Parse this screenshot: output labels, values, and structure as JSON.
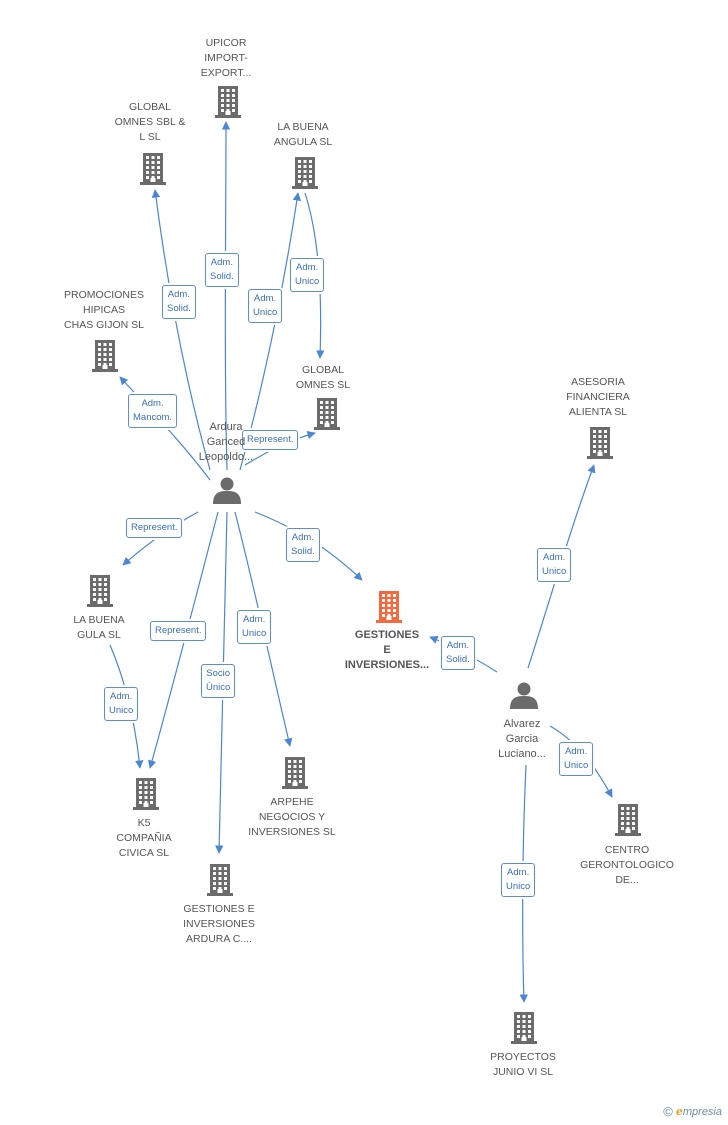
{
  "colors": {
    "edge": "#4a86d4",
    "node_icon": "#6b6b6b",
    "main_icon": "#f26a3d",
    "label_text": "#555555",
    "edge_label_text": "#3a6fb8"
  },
  "nodes": [
    {
      "id": "upicor",
      "type": "company",
      "label": "UPICOR\nIMPORT-\nEXPORT..."
    },
    {
      "id": "global_sbl",
      "type": "company",
      "label": "GLOBAL\nOMNES SBL &\nL  SL"
    },
    {
      "id": "buena_angula",
      "type": "company",
      "label": "LA BUENA\nANGULA  SL"
    },
    {
      "id": "promociones",
      "type": "company",
      "label": "PROMOCIONES\nHIPICAS\nCHAS GIJON  SL"
    },
    {
      "id": "global_sl",
      "type": "company",
      "label": "GLOBAL\nOMNES  SL"
    },
    {
      "id": "asesoria",
      "type": "company",
      "label": "ASESORIA\nFINANCIERA\nALIENTA SL"
    },
    {
      "id": "ardura",
      "type": "person",
      "label": "Ardura\nGanced\nLeopoldo..."
    },
    {
      "id": "gestiones_main",
      "type": "main",
      "label": "GESTIONES\nE\nINVERSIONES..."
    },
    {
      "id": "buena_gula",
      "type": "company",
      "label": "LA BUENA\nGULA  SL"
    },
    {
      "id": "alvarez",
      "type": "person",
      "label": "Alvarez\nGarcia\nLuciano..."
    },
    {
      "id": "k5",
      "type": "company",
      "label": "K5\nCOMPAÑIA\nCIVICA  SL"
    },
    {
      "id": "arpehe",
      "type": "company",
      "label": "ARPEHE\nNEGOCIOS Y\nINVERSIONES SL"
    },
    {
      "id": "centro",
      "type": "company",
      "label": "CENTRO\nGERONTOLOGICO\nDE..."
    },
    {
      "id": "gestiones_ardura",
      "type": "company",
      "label": "GESTIONES E\nINVERSIONES\nARDURA C...."
    },
    {
      "id": "proyectos",
      "type": "company",
      "label": "PROYECTOS\nJUNIO VI SL"
    }
  ],
  "edges": [
    {
      "from": "ardura",
      "to": "upicor",
      "label": "Adm.\nSolid."
    },
    {
      "from": "ardura",
      "to": "global_sbl",
      "label": "Adm.\nSolid."
    },
    {
      "from": "ardura",
      "to": "buena_angula",
      "label": "Adm.\nUnico"
    },
    {
      "from": "buena_angula",
      "to": "global_sl",
      "label": "Adm.\nUnico"
    },
    {
      "from": "ardura",
      "to": "promociones",
      "label": "Adm.\nMancom."
    },
    {
      "from": "ardura",
      "to": "global_sl",
      "label": "Represent."
    },
    {
      "from": "ardura",
      "to": "buena_gula",
      "label": "Represent."
    },
    {
      "from": "ardura",
      "to": "gestiones_main",
      "label": "Adm.\nSolid."
    },
    {
      "from": "ardura",
      "to": "k5",
      "label": "Represent."
    },
    {
      "from": "ardura",
      "to": "arpehe",
      "label": "Adm.\nUnico"
    },
    {
      "from": "ardura",
      "to": "gestiones_ardura",
      "label": "Socio\nÚnico"
    },
    {
      "from": "buena_gula",
      "to": "k5",
      "label": "Adm.\nUnico"
    },
    {
      "from": "alvarez",
      "to": "gestiones_main",
      "label": "Adm.\nSolid."
    },
    {
      "from": "alvarez",
      "to": "asesoria",
      "label": "Adm.\nUnico"
    },
    {
      "from": "alvarez",
      "to": "centro",
      "label": "Adm.\nUnico"
    },
    {
      "from": "alvarez",
      "to": "proyectos",
      "label": "Adm.\nUnico"
    }
  ],
  "footer": {
    "copyright_symbol": "©",
    "brand_initial": "e",
    "brand_rest": "mpresia"
  }
}
